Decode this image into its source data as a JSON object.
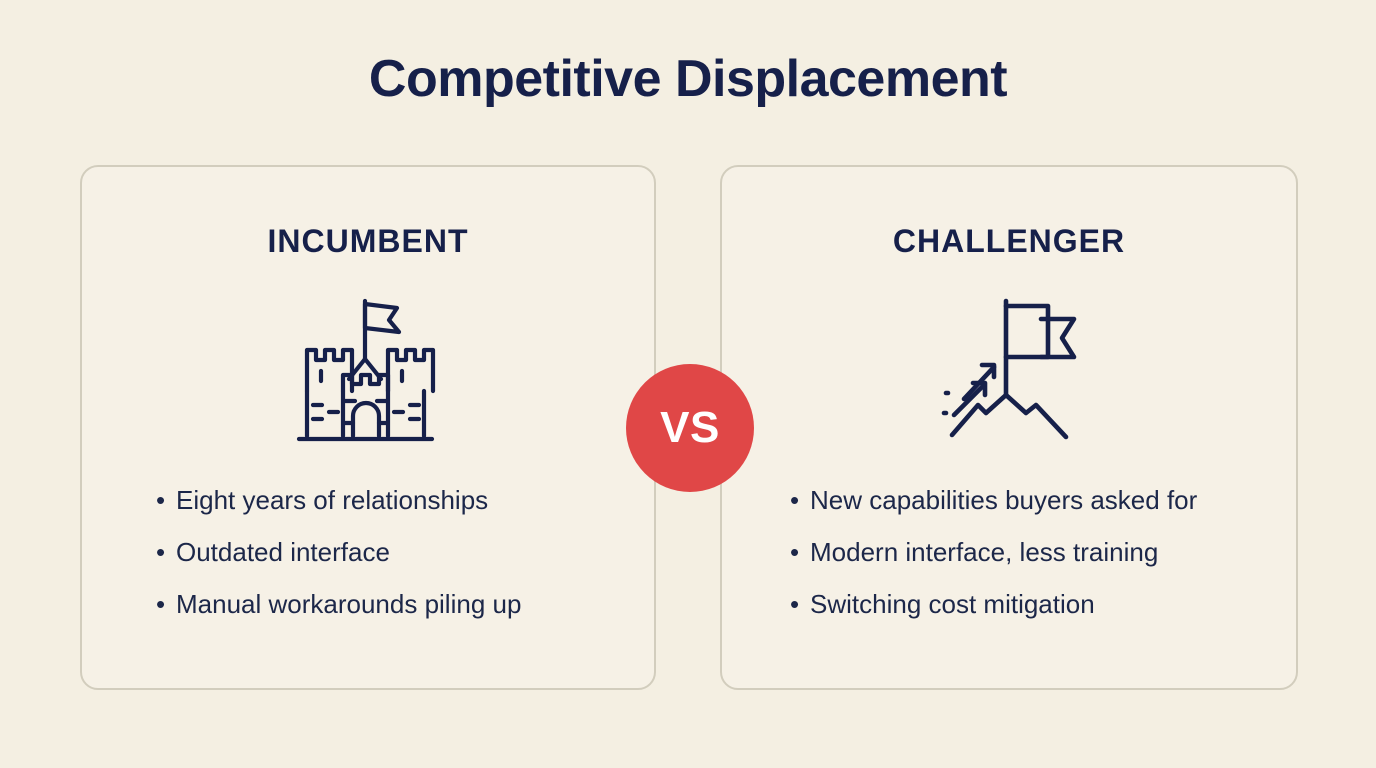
{
  "slide": {
    "title": "Competitive Displacement",
    "background_color": "#f4efe2",
    "ink_color": "#16204a"
  },
  "left_card": {
    "heading": "INCUMBENT",
    "icon": "castle-icon",
    "bullets": [
      "Eight years of relationships",
      "Outdated interface",
      "Manual workarounds piling up"
    ]
  },
  "versus_badge": {
    "label": "VS",
    "color": "#e04747",
    "text_color": "#ffffff"
  },
  "right_card": {
    "heading": "CHALLENGER",
    "icon": "mountain-flag-icon",
    "bullets": [
      "New capabilities buyers asked for",
      "Modern interface, less training",
      "Switching cost mitigation"
    ]
  }
}
